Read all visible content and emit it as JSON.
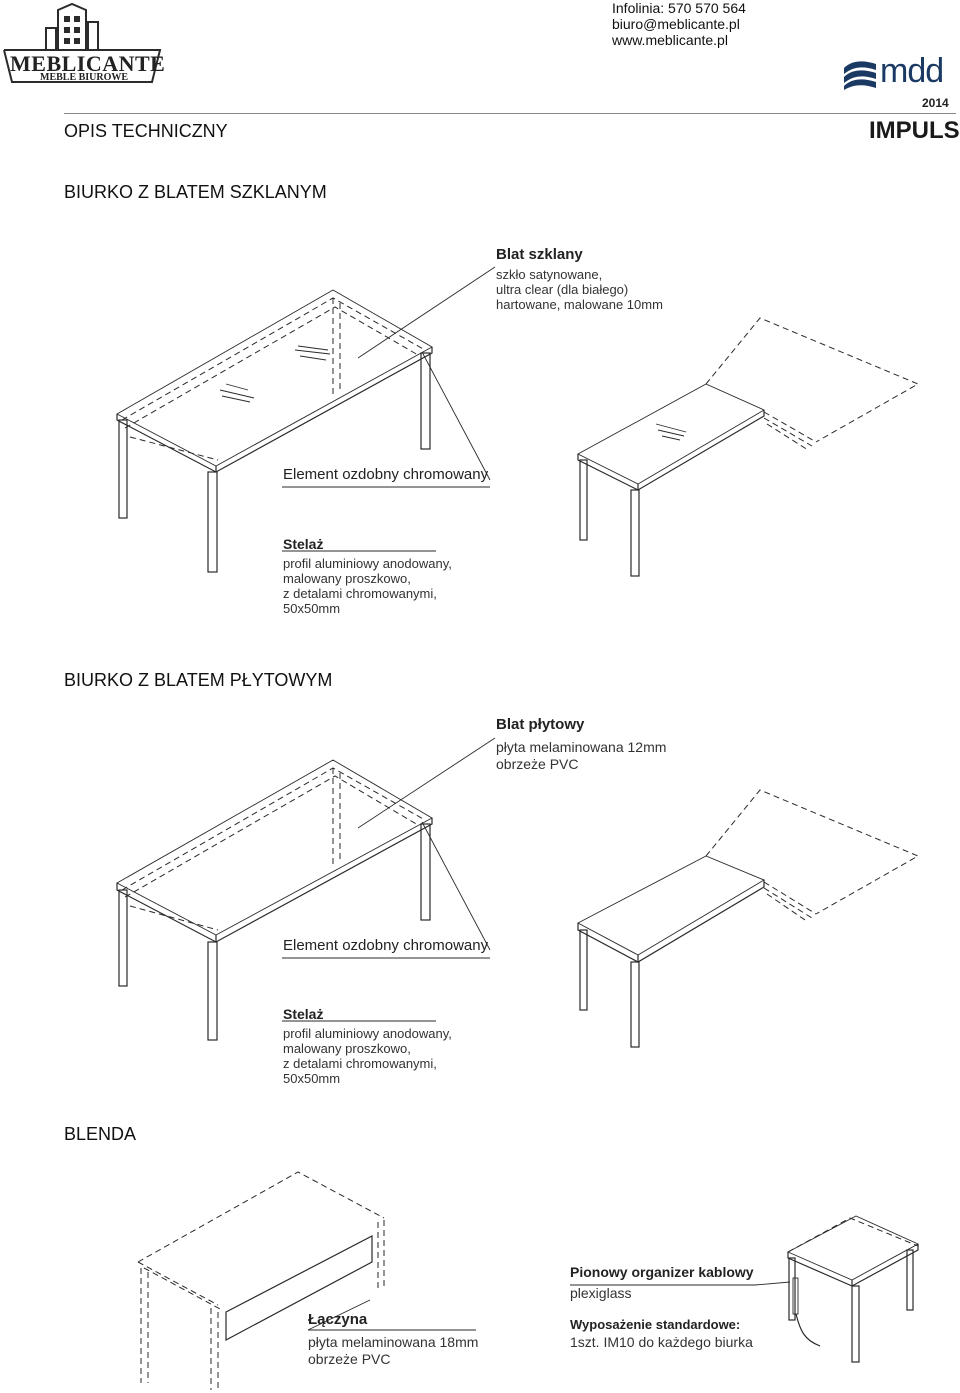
{
  "header": {
    "brand_name": "MEBLICANTE",
    "brand_tagline": "MEBLE BIUROWE",
    "contact_phone": "Infolinia: 570 570 564",
    "contact_email": "biuro@meblicante.pl",
    "contact_www": "www.meblicante.pl",
    "partner_logo": "mdd",
    "year": "2014",
    "doc_title": "OPIS TECHNICZNY",
    "series": "IMPULS"
  },
  "section1": {
    "title": "BIURKO Z BLATEM SZKLANYM",
    "top_label": "Blat szklany",
    "top_lines": [
      "szkło satynowane,",
      "ultra clear (dla białego)",
      "hartowane, malowane 10mm"
    ],
    "element_label": "Element ozdobny chromowany",
    "frame_label": "Stelaż",
    "frame_lines": [
      "profil aluminiowy anodowany,",
      "malowany proszkowo,",
      "z detalami chromowanymi,",
      "50x50mm"
    ]
  },
  "section2": {
    "title": "BIURKO Z BLATEM PŁYTOWYM",
    "top_label": "Blat płytowy",
    "top_lines": [
      "płyta melaminowana 12mm",
      "obrzeże PVC"
    ],
    "element_label": "Element ozdobny chromowany",
    "frame_label": "Stelaż",
    "frame_lines": [
      "profil aluminiowy anodowany,",
      "malowany proszkowo,",
      "z detalami chromowanymi,",
      "50x50mm"
    ]
  },
  "section3": {
    "title": "BLENDA",
    "panel_label": "Łączyna",
    "panel_lines": [
      "płyta melaminowana 18mm",
      "obrzeże PVC"
    ],
    "organizer_label": "Pionowy organizer kablowy",
    "organizer_line": "plexiglass",
    "equipment_label": "Wyposażenie standardowe:",
    "equipment_line": "1szt. IM10 do każdego biurka"
  }
}
